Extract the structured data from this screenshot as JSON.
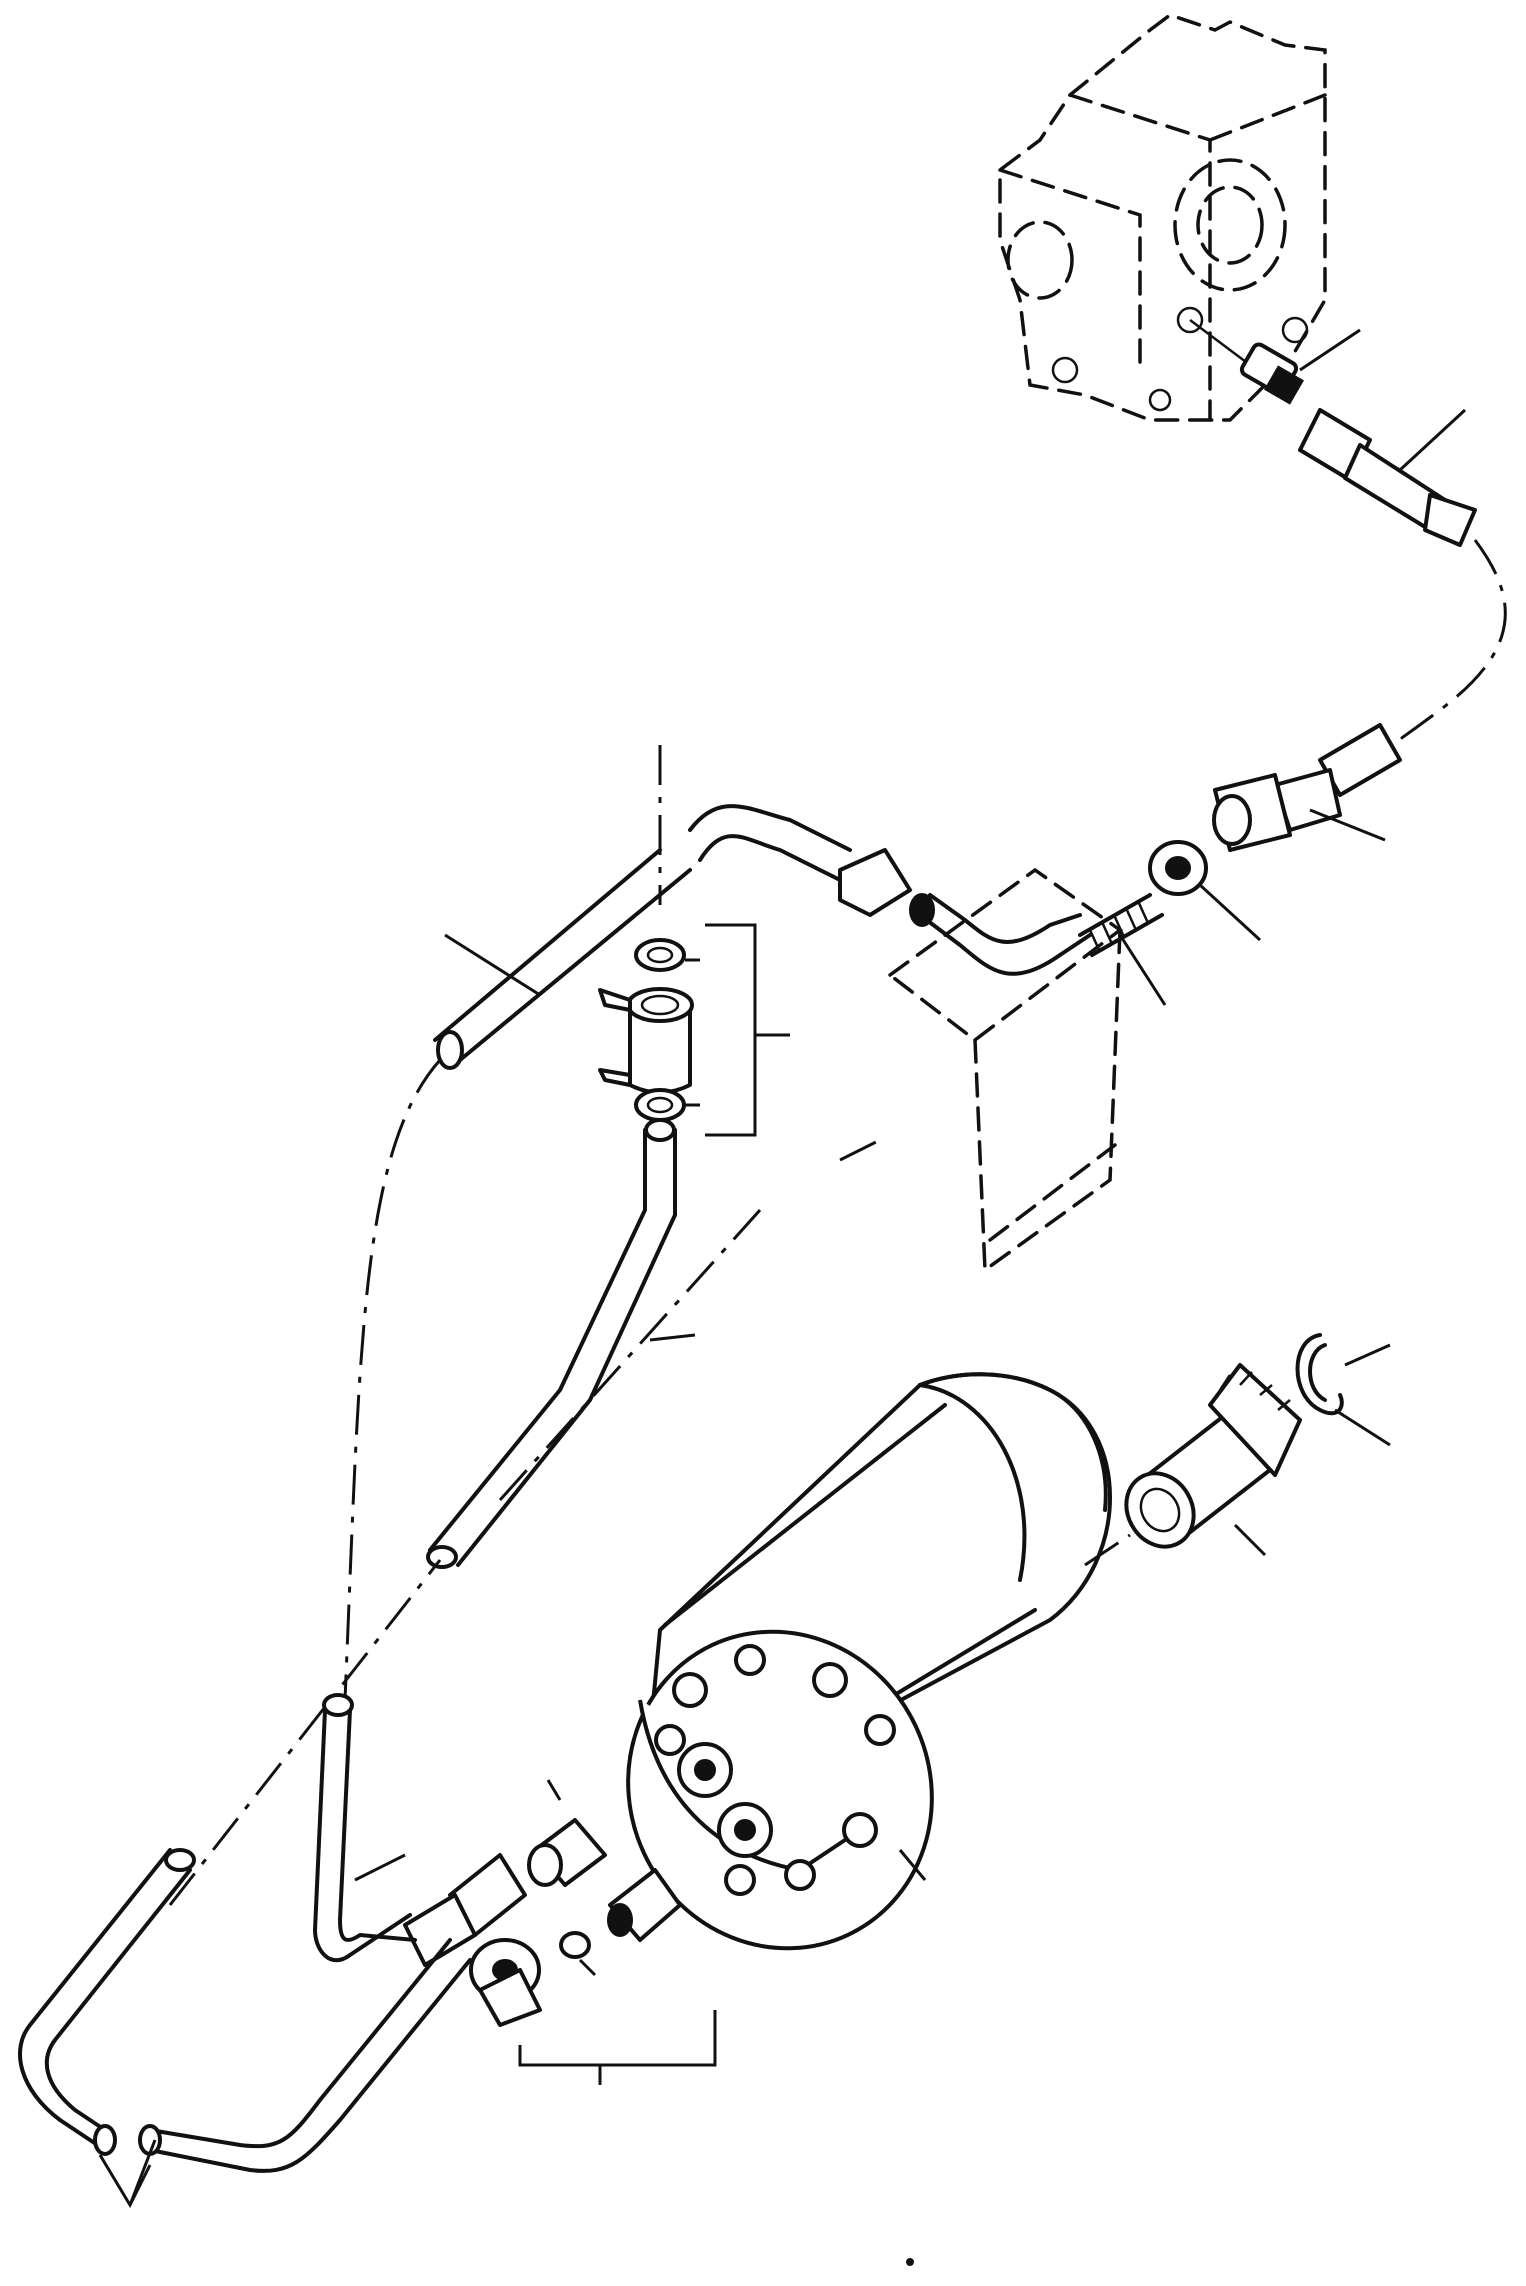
{
  "diagram": {
    "kind": "exploded hydraulic parts illustration",
    "style": "black line art on white",
    "parts": [
      "control-valve-housing",
      "valve-port-adapter",
      "upper-hose-fitting",
      "hose-dashed-run",
      "lower-hose-fitting",
      "tube-nut",
      "spring-guard",
      "bent-tube-elbow",
      "tube-nut-fitting",
      "mounting-bracket",
      "tube-section-left",
      "clamp-washer-top",
      "tube-clamp",
      "clamp-washer-bottom",
      "vertical-tube",
      "hydraulic-motor",
      "motor-end-cap",
      "pinion-gear",
      "snap-ring",
      "motor-port-adapter-upper",
      "motor-port-adapter-lower",
      "o-ring",
      "hose-fitting-upper",
      "hose-fitting-lower",
      "return-hose",
      "lower-loop-hose"
    ],
    "callout_brackets": 3
  }
}
